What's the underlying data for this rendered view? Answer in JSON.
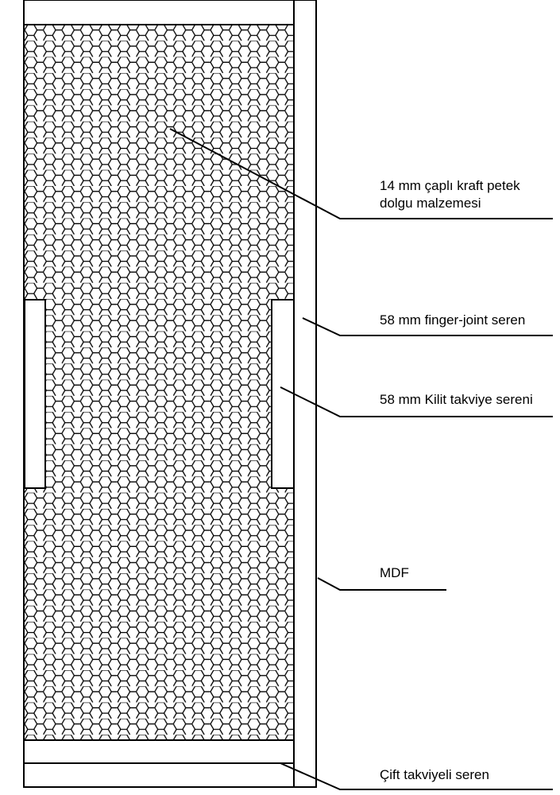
{
  "labels": {
    "honeycomb_line1": "14 mm çaplı kraft petek",
    "honeycomb_line2": "dolgu malzemesi",
    "finger_joint": "58 mm finger-joint seren",
    "kilit": "58 mm Kilit takviye sereni",
    "mdf": "MDF",
    "cift": "Çift takviyeli seren"
  },
  "colors": {
    "line": "#000000",
    "background": "#ffffff"
  }
}
